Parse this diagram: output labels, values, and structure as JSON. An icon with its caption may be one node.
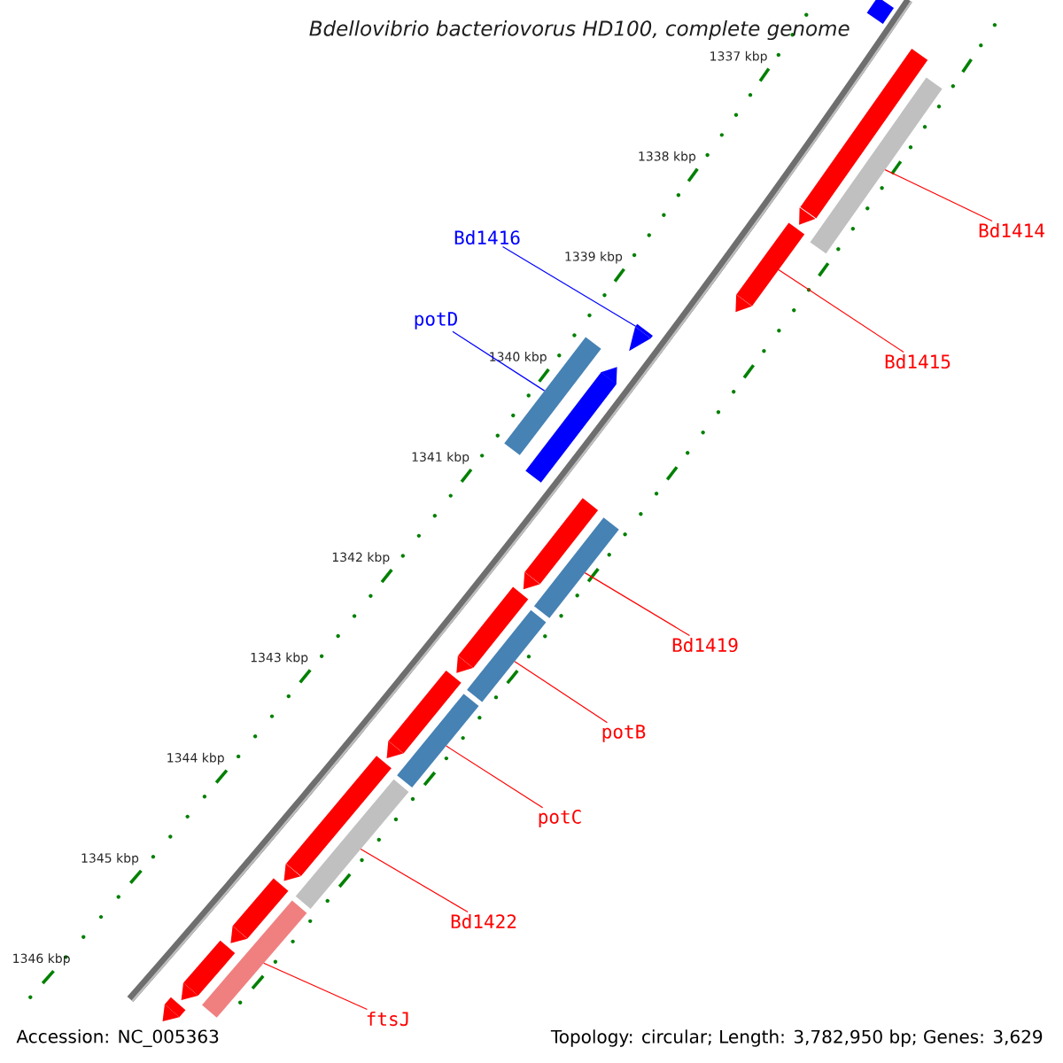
{
  "diagram": {
    "title": "Bdellovibrio bacteriovorus HD100, complete genome",
    "nodes": [
      {
        "text": [],
        "shape": "bar"
      },
      {
        "text": [],
        "shape": "bar"
      },
      {
        "text": [],
        "shape": "bar"
      },
      {
        "text": [],
        "shape": "bar"
      },
      {
        "text": [],
        "shape": "bar"
      },
      {
        "text": [],
        "shape": "bar"
      },
      {
        "text": [],
        "shape": "bar"
      },
      {
        "text": [],
        "shape": "bar"
      },
      {
        "text": [],
        "shape": "bar"
      },
      {
        "text": [],
        "shape": "bar"
      },
      {
        "text": [],
        "shape": "bar"
      },
      {
        "text": [],
        "shape": "bar"
      },
      {
        "text": [],
        "shape": "bar"
      },
      {
        "text": [],
        "shape": "bar"
      },
      {
        "text": [],
        "shape": "bar"
      },
      {
        "text": [],
        "shape": "bar"
      },
      {
        "text": [],
        "shape": "bar"
      },
      {
        "text": [],
        "shape": "bar"
      },
      {
        "text": [],
        "shape": "bar"
      },
      {
        "text": [
          "Bd1414"
        ]
      },
      {
        "text": [
          "Bd1415"
        ]
      },
      {
        "text": [
          "Bd1416"
        ]
      },
      {
        "text": [
          "potD"
        ]
      },
      {
        "text": [
          "Bd1419"
        ]
      },
      {
        "text": [
          "potB"
        ]
      },
      {
        "text": [
          "potC"
        ]
      },
      {
        "text": [
          "Bd1422"
        ]
      },
      {
        "text": [
          "ftsJ"
        ]
      }
    ],
    "edges": [
      {
        "from": 19,
        "to": 2,
        "arrow": "none"
      },
      {
        "from": 20,
        "to": 3,
        "arrow": "none"
      },
      {
        "from": 21,
        "to": 4,
        "arrow": "none",
        "color": "#0000ff"
      },
      {
        "from": 22,
        "to": 5,
        "arrow": "none",
        "color": "#0000ff"
      },
      {
        "from": 23,
        "to": 14,
        "arrow": "none"
      },
      {
        "from": 24,
        "to": 15,
        "arrow": "none"
      },
      {
        "from": 25,
        "to": 16,
        "arrow": "none"
      },
      {
        "from": 26,
        "to": 17,
        "arrow": "none"
      },
      {
        "from": 27,
        "to": 18,
        "arrow": "none"
      }
    ],
    "labels": [
      "1337 kbp",
      "1338 kbp",
      "1339 kbp",
      "1340 kbp",
      "1341 kbp",
      "1342 kbp",
      "1343 kbp",
      "1344 kbp",
      "1345 kbp",
      "1346 kbp",
      "Accession: NC_005363",
      "Topology: circular; Length: 3,782,950 bp; Genes: 3,629"
    ]
  }
}
